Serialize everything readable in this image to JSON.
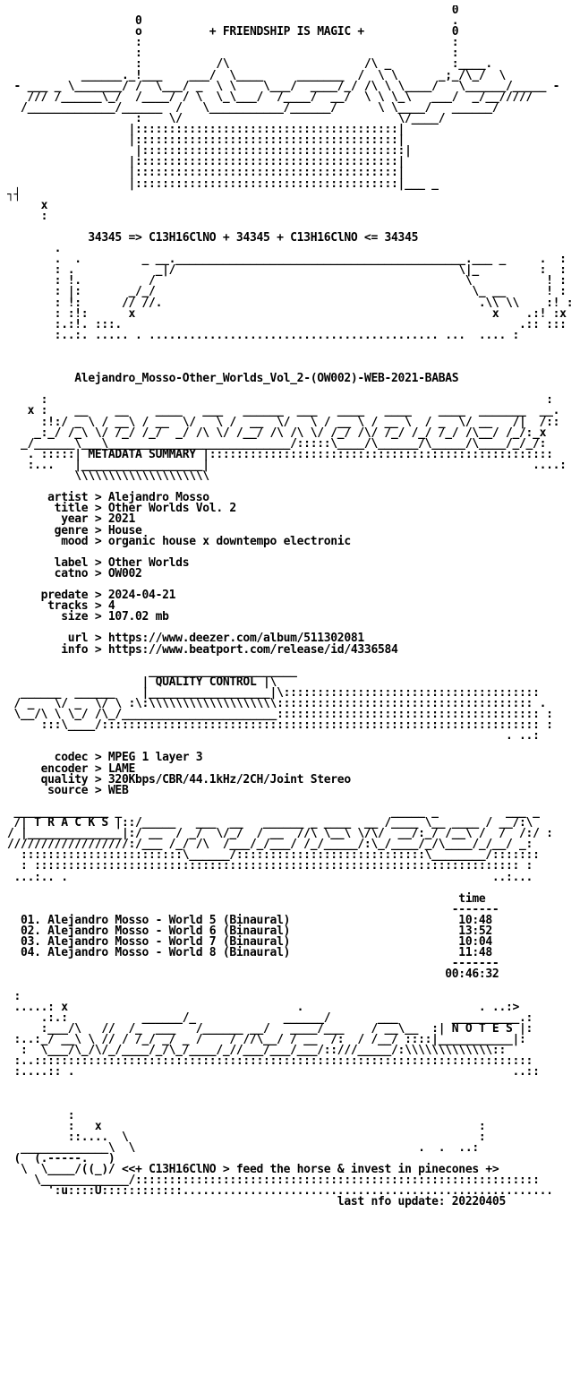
{
  "header": {
    "art_top": "                                                                  0\n                   0                                              .\n                   o          + FRIENDSHIP IS MAGIC +             0\n                   :                                              :\n                   :                                              :\n                   :           /\\                    /\\ _         :____.\n           ______._!___    ___/  \\____     _______  /  \\ \\      _;_/\\_/  \\\n - ___ _ \\_______/ /  \\___/ _  \\ \\    \\___/  ____/_/ /\\ \\ \\____/   \\______/_____ -\n   /// /______\\_/  /____/ / \\  \\_\\___/  /____/  __/  \\ \\ \\_\\   ___/  _/__/////\n  /_____________/______  /   \\___________/______/      \\ \\____/   ______/\n                   :    \\/                                \\/____/\n                  |:::::::::::::::::::::::::::::::::::::::|\n                  |:::::::::::::::::::::::::::::::::::::::|\n                   |:::::::::::::::::::::::::::::::::::::::|\n                  |:::::::::::::::::::::::::::::::::::::::|\n                  |:::::::::::::::::::::::::::::::::::::::|\n                  |:::::::::::::::::::::::::::::::::::::::|___ _\n",
    "sigil": "┐┤",
    "formula": "34345 => C13H16ClNO + 34345 + C13H16ClNO <= 34345",
    "art_bottom": "       .\n       .  .         _ __.___________________________________________.___ _     .  :\n       : .            _|/                                          \\|_         :  :\n       : !.          /                                              \\           ! :\n       : |:       _/_/                                               \\_ __      ! :\n       : !:      // //.                                               .\\\\ \\\\    :! :\n       : :!:      x                                                     x    .:! :x\n       :.:!. :::.                                                           .:: :::\n       :..:. ..... . ........................................... ...  .... :\n",
    "release_name": "Alejandro_Mosso-Other_Worlds_Vol_2-(OW002)-WEB-2021-BABAS"
  },
  "metadata": {
    "section_art": "     :                                                                          :\n   x :    __    __    ____   ___   ______  ___   ____   ____    ____  _______  __.\n     :!:/ _ \\ / __\\ / __  \\/   \\ /  __  \\/   \\ / __ \\ / __ \\  / _  \\/ __   /|  /::\n    _:_/ /_\\ \\/ /_/ /_/  _/ /\\ \\/ /__/ /\\ /\\ \\/ /_/ /\\/ /_/ /_/ /_/ /\\__/ /_/:_x\n  _/______\\___\\___________________________/:::::\\____/\\______/\\_____/\\____/_/_/:\n   . :::::| METADATA SUMMARY |:::::::::::::::::::::::::::::::::::::::::::::::::::\n   :...   |__________________|                                                ....:\n          \\\\\\\\\\\\\\\\\\\\\\\\\\\\\\\\\\\\\\\\\n",
    "fields": "      artist > Alejandro Mosso\n       title > Other Worlds Vol. 2\n        year > 2021\n       genre > House\n        mood > organic house x downtempo electronic\n\n       label > Other Worlds\n       catno > OW002\n\n     predate > 2024-04-21\n      tracks > 4\n        size > 107.02 mb\n\n         url > https://www.deezer.com/album/511302081\n        info > https://www.beatport.com/release/id/4336584\n"
  },
  "quality": {
    "section_art": "                     ______________________\n                    | QUALITY CONTROL |\\\n  ______  ______    |__________________|\\::::::::::::::::::::::::::::::::::::::\n / _   \\/ _  \\/ \\ :\\:\\\\\\\\\\\\\\\\\\\\\\\\\\\\\\\\\\\\\\:::::::::::::::::::::::::::::::::::::: .\n \\__/\\ \\ \\_/ /\\_/_______________________::::::::::::::::::::::::::::::::::::::: :\n     :::\\____/::::::::::::::::::::::::::::::::::::::::::::::::::::::::::::::::: :\n                                                                          . ..:\n",
    "fields": "       codec > MPEG 1 layer 3\n     encoder > LAME\n     quality > 320Kbps/CBR/44.1kHz/2CH/Joint Stereo\n      source > WEB\n"
  },
  "tracks": {
    "section_art": " ______________ _                                        _____ _          ___ _\n /| T R A C K S |::/_____   ___  __   ______ _ ____  __ /____ \\__ ____ / __/:\\\n/ |______________|:/ __  / _/  \\/_/  / __  //\\ \\__\\ \\/\\/  __/:_/ /__\\ /  /  /:/ :\n//////////////////:/___ /_/ /\\  /___/_/___/ /_/_____/:\\_/____/_/\\____/_/__/ _:\n  ::::::::::::::::::::::::\\______/::::::::::::::::::::::::::::\\________/:::::::\n  : :::::::::::::::::::::::::::::::::::::::::::::::::::::::::::::::::::::::: :\n ...:.. .                                                               ..:...\n",
    "list": "                                                                   time\n                                                                  -------\n  01. Alejandro Mosso - World 5 (Binaural)                         10:48\n  02. Alejandro Mosso - World 6 (Binaural)                         13:52\n  03. Alejandro Mosso - World 7 (Binaural)                         10:04\n  04. Alejandro Mosso - World 8 (Binaural)                         11:48\n                                                                  -------\n                                                                 00:46:32\n"
  },
  "notes": {
    "section_art": " :\n .....: x                                  .                          . ..:>\n     .:.:           ______/_             ______/       ___        __________.:\n     :___/\\   //  /_  ___   /______ __/   ____/___    / __\\__  :| N O T E S |:\n :..:_/ __\\ \\ // / /_/ _/ _ /    / //\\__/ / __  /:  / /__/ ::::|___________|:\n  :  \\___/\\_/\\/_/____/_/\\_/____/_//___/___/___/::///_____/:\\\\\\\\\\\\\\\\\\\\\\\\\\::\n :..::::::::::::::::::::::::::::::::::::::::::::::::::::::::::::::::::::::::::\n :....:: .                                                                 ..::\n",
    "art_footer": "         :\n         :   x                                                        :\n         ::....  \\                                                    :\n  _____________\\  \\                                          .  .  ..:\n (  (.-----.   )\n  \\  \\____/((_)/ <<+ ",
    "tagline": "C13H16ClNO > feed the horse & invest in pinecones +>",
    "art_footer_end": "\n    \\_____________/::::::::::::::::::::::::::::::::::::::::::::::::::::::::::::\n      ':u::::U::::::::::::.......................................................\n",
    "last_update": "                                                 last nfo update: 20220405"
  }
}
